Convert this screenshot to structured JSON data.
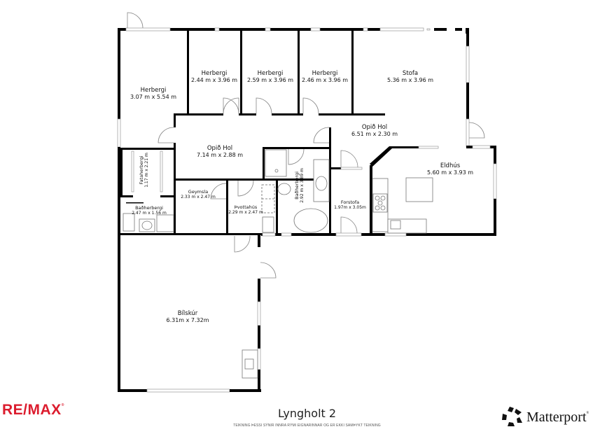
{
  "plan": {
    "title": "Lyngholt 2",
    "disclaimer": "TEIKNING ÞESSI SÝNIR INNRA RÝMI EIGNARINNAR OG ER EKKI SAMÞYKT TEIKNING",
    "rooms": [
      {
        "name": "Herbergi",
        "dims": "3.07 m x 5.54 m"
      },
      {
        "name": "Herbergi",
        "dims": "2.44 m x 3.96 m"
      },
      {
        "name": "Herbergi",
        "dims": "2.59 m x 3.96 m"
      },
      {
        "name": "Herbergi",
        "dims": "2.46 m x 3.96 m"
      },
      {
        "name": "Stofa",
        "dims": "5.36 m x 3.96 m"
      },
      {
        "name": "Opið Hol",
        "dims": "6.51 m x 2.30 m"
      },
      {
        "name": "Opið Hol",
        "dims": "7.14 m x 2.88 m"
      },
      {
        "name": "Fataherbergi",
        "dims": "1.17 m x 2.21 m"
      },
      {
        "name": "Geymsla",
        "dims": "2.33 m x 2.47 m"
      },
      {
        "name": "Þvottahús",
        "dims": "2.29 m x 2.47 m"
      },
      {
        "name": "Baðherbergi",
        "dims": "2.92 m x 3.89 m"
      },
      {
        "name": "Forstofa",
        "dims": "1.97m x 3.05m"
      },
      {
        "name": "Eldhús",
        "dims": "5.60 m x 3.93 m"
      },
      {
        "name": "Baðherbergi",
        "dims": "2.47 m x 1.56 m"
      },
      {
        "name": "Bílskúr",
        "dims": "6.31m x 7.32m"
      }
    ]
  },
  "branding": {
    "agency_logo": "RE/MAX",
    "agency_logo_mark": "®",
    "vendor_logo": "Matterport",
    "vendor_logo_mark": "®",
    "agency_color": "#dc1c2e"
  }
}
